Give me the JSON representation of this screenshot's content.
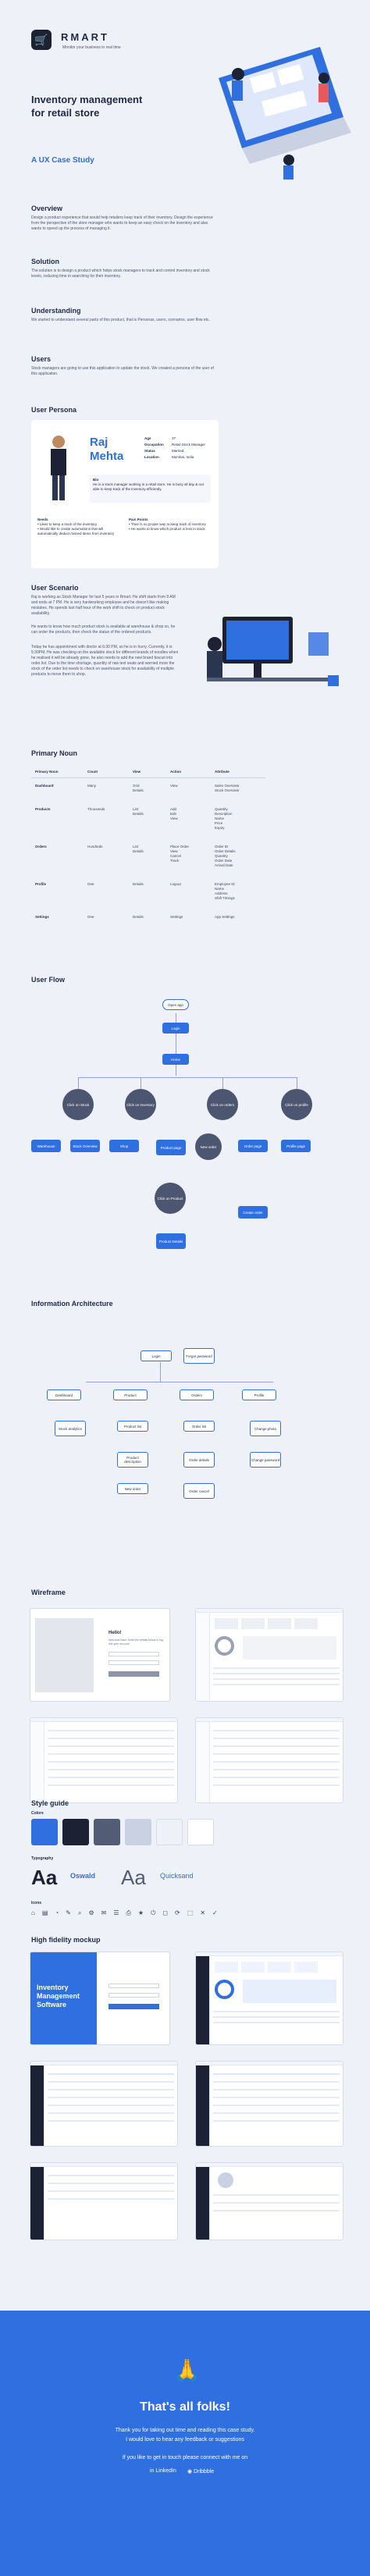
{
  "brand": {
    "name": "RMART",
    "tagline": "Monitor your business in real time"
  },
  "hero": {
    "title_line1": "Inventory management",
    "title_line2": "for retail store",
    "subtitle": "A UX Case Study"
  },
  "overview": {
    "title": "Overview",
    "text": "Design a product experience that would help retailers keep track of their inventory. Design the experience from the perspective of the store manager who wants to keep an easy check on the inventory and also wants to speed up the process of managing it."
  },
  "solution": {
    "title": "Solution",
    "text": "The solution is to design a product which helps stock managers to track and control inventory and stock levels, reducing time in searching for their inventory."
  },
  "understanding": {
    "title": "Understanding",
    "text": "We started to understand several parts of this product, that is Personas, users, scenarios, user flow etc."
  },
  "users": {
    "title": "Users",
    "text": "Stock managers are going to use this application to update the stock. We created a persona of the user of this application."
  },
  "persona": {
    "title": "User Persona",
    "first": "Raj",
    "last": "Mehta",
    "fields": [
      {
        "k": "Age",
        "v": "37"
      },
      {
        "k": "Occupation",
        "v": "Retail Stock Manager"
      },
      {
        "k": "Status",
        "v": "Married"
      },
      {
        "k": "Location",
        "v": "Mumbai, India"
      }
    ],
    "bio_label": "Bio",
    "bio": "He is a stock manager working in a retail store. He is busy all day & not able to keep track of the inventory efficiently.",
    "needs_label": "Needs",
    "needs": [
      "Likes to keep a track of the inventory",
      "Would like to create automations that will automatically deduct missed items from inventory"
    ],
    "pain_label": "Pain Points",
    "pain": [
      "Their is no proper way to keep track of inventory",
      "He wants to know which product is less in stock"
    ]
  },
  "scenario": {
    "title": "User Scenario",
    "text1": "Raj is working as Stock Manager for last 5 years in Rmart. He shift starts from 9 AM and ends at 7 PM. He is very hardworking employee and he doesn't like making mistakes. He spends last half hour of the work shift to check on product stock availability.",
    "text2": "He wants to know how much product stock is available at warehouse & shop so, he can order the products, then check the status of the ordered products.",
    "text3": "Today he has appointment with doctor at 6:30 PM, so he is in hurry. Currently, it is 5:30PM. He was checking on the available stock for different brands of noodles when he realised it will be already gone, he also needs to add the new brand biscuit into order list. Due to the time shortage, quantity of raw text seats and worried more the stock of the order list needs to check on warehouse stock for availability of multiple products to move them to shop."
  },
  "noun": {
    "title": "Primary Noun",
    "headers": [
      "Primary Noun",
      "Count",
      "View",
      "Action",
      "Attribute"
    ],
    "rows": [
      {
        "noun": "Dashboard",
        "count": "Many",
        "view": "Grid\nDetails",
        "action": "View",
        "attr": "Sales Overview\nStock Overview"
      },
      {
        "noun": "Products",
        "count": "Thousands",
        "view": "List\nDetails",
        "action": "Add\nEdit\nView",
        "attr": "Quantity\nDescription\nName\nPrice\nExpiry"
      },
      {
        "noun": "Orders",
        "count": "Hundreds",
        "view": "List\nDetails",
        "action": "Place Order\nView\nCancel\nTrack",
        "attr": "Order ID\nOrder Details\nQuantity\nOrder Date\nArrival Date"
      },
      {
        "noun": "Profile",
        "count": "One",
        "view": "Details",
        "action": "Logout",
        "attr": "Employee ID\nName\nAddress\nShift Timings"
      },
      {
        "noun": "Settings",
        "count": "One",
        "view": "Details",
        "action": "Settings",
        "attr": "App Settings"
      }
    ]
  },
  "flow": {
    "title": "User Flow",
    "open": "Open app",
    "login": "Login",
    "home": "Home",
    "n1": "Click on Stock",
    "n2": "Click on Inventory",
    "n3": "Click on orders",
    "n4": "Click on profile",
    "w": "Warehouse",
    "s": "Stock Overview",
    "sh": "Shop",
    "pp": "Product page",
    "np": "New order",
    "op": "Order page",
    "pf": "Profile page",
    "cp": "Click on Product",
    "pd": "Product Details",
    "co": "Create order"
  },
  "ia": {
    "title": "Information Architecture",
    "login": "Login",
    "forgot": "Forgot password",
    "dashboard": "Dashboard",
    "product": "Product",
    "orders": "Orders",
    "profile": "Profile",
    "stock": "Stock analytics",
    "pl": "Product list",
    "ol": "Order list",
    "cp": "Change photo",
    "pdesc": "Product description",
    "od": "Order details",
    "cpw": "Change password",
    "np": "New order",
    "oc": "Order cancel"
  },
  "wire": {
    "title": "Wireframe",
    "hello": "Hello!",
    "sub": "Welcome back! Enter the details below to log into your account"
  },
  "style": {
    "title": "Style guide",
    "colors_label": "Colors",
    "colors": [
      "#2f6fe0",
      "#1c2233",
      "#525c75",
      "#c9d1e2",
      "#eef1f8",
      "#ffffff"
    ],
    "type_label": "Typography",
    "font1": "Oswald",
    "font2": "Quicksand",
    "icons_label": "Icons",
    "icons": [
      "⌂",
      "▤",
      "◔",
      "✎",
      "⌕",
      "⚙",
      "✉",
      "☰",
      "⎙",
      "★",
      "⏻",
      "◻",
      "⟳",
      "⬚",
      "✕",
      "✓"
    ]
  },
  "hifi": {
    "title": "High fidelity mockup",
    "hero_text": "Inventory Management Software"
  },
  "footer": {
    "emoji": "🙏",
    "title": "That's all folks!",
    "line1": "Thank you for taking out time and reading this case study.",
    "line2": "I would love to hear any feedback or suggestions",
    "line3": "If you like to get in touch please connect with me on",
    "li": "LinkedIn",
    "dr": "Dribbble"
  }
}
